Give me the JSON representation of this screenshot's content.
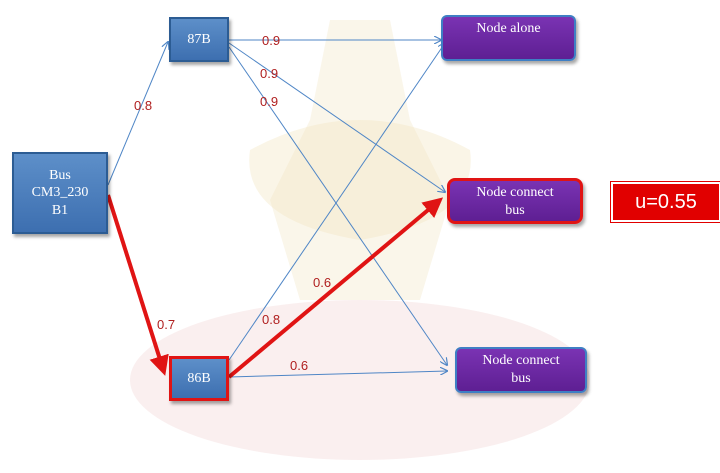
{
  "nodes": {
    "bus": "Bus\nCM3_230\nB1",
    "b87": "87B",
    "b86": "86B",
    "alone": "Node alone",
    "connect1": "Node connect\nbus",
    "connect2": "Node connect\nbus"
  },
  "weights": {
    "bus_87b": "0.8",
    "bus_86b": "0.7",
    "b87_alone": "0.9",
    "b87_connect1": "0.9",
    "b87_connect2": "0.9",
    "b86_alone": "0.8",
    "b86_connect1": "0.6",
    "b86_connect2": "0.6"
  },
  "result": "u=0.55",
  "colors": {
    "highlight": "#e01414",
    "edge": "#4f86c6",
    "weight_text": "#b02020"
  }
}
